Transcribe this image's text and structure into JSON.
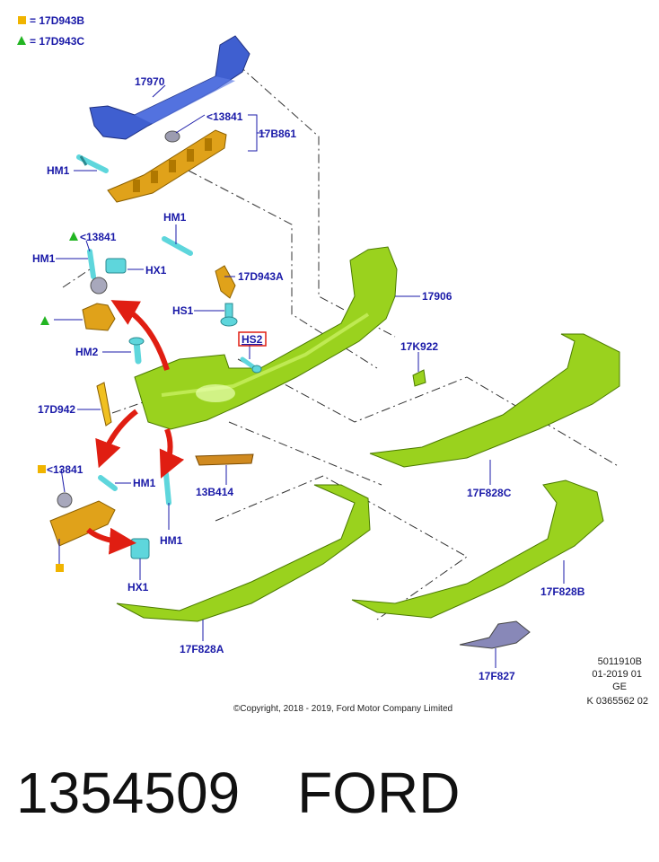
{
  "legend": {
    "square_code": "= 17D943B",
    "triangle_code": "= 17D943C",
    "square_color": "#f0b400",
    "triangle_color": "#22b522"
  },
  "labels": {
    "l17970": "17970",
    "l13841_top": "<13841",
    "l17B861": "17B861",
    "lHM1_a": "HM1",
    "lHM1_b": "HM1",
    "lHM1_c": "HM1",
    "l13841_mid": "<13841",
    "lHX1_a": "HX1",
    "l17D943A": "17D943A",
    "lHS1": "HS1",
    "l17906": "17906",
    "lHM2": "HM2",
    "lHS2": "HS2",
    "l17K922": "17K922",
    "l17D942": "17D942",
    "l13841_low": "<13841",
    "lHM1_d": "HM1",
    "lHM1_e": "HM1",
    "l13B414": "13B414",
    "l17F828C": "17F828C",
    "lHX1_b": "HX1",
    "l17F828B": "17F828B",
    "l17F828A": "17F828A",
    "l17F827": "17F827"
  },
  "meta": {
    "line1": "5011910B",
    "line2": "01-2019 01",
    "line3": "GE",
    "line4": "K 0365562 02"
  },
  "copyright": "©Copyright, 2018 - 2019, Ford Motor Company Limited",
  "caption": {
    "part_number": "1354509",
    "brand": "FORD"
  },
  "colors": {
    "beam": "#3f5fd0",
    "bracket": "#e0a21a",
    "bumper": "#9ad21e",
    "clip": "#5ed6dc",
    "arrow": "#e01e12",
    "label": "#1a1aa8",
    "highlight_box": "#e01e12"
  }
}
